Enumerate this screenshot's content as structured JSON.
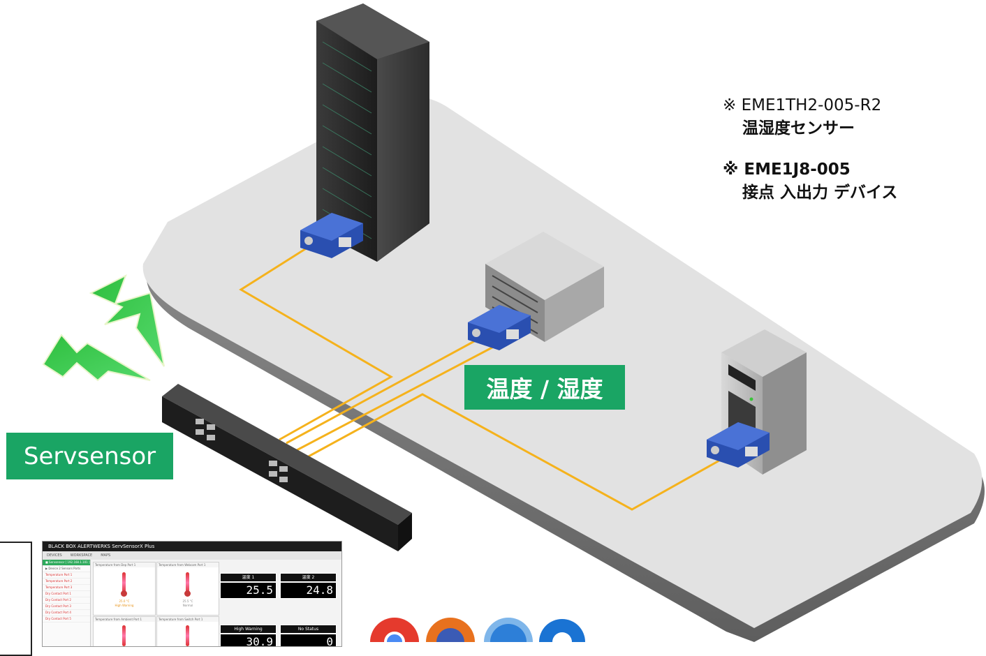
{
  "notes": {
    "item1_code": "※ EME1TH2-005-R2",
    "item1_desc": "温湿度センサー",
    "item2_code": "※ EME1J8-005",
    "item2_desc": "接点 入出力 デバイス"
  },
  "labels": {
    "servsensor": "Servsensor",
    "temp_humidity": "温度 / 湿度"
  },
  "dashboard": {
    "title": "BLACK BOX  ALERTWERKS ServSensorX Plus",
    "nav": [
      "DEVICES",
      "WORKSPACE",
      "MAPS"
    ],
    "panel_headers": [
      "Temperature from Dep Port 1",
      "Temperature from Webcam Port 1",
      "Temperature from Ambient Port 1",
      "Temperature from Switch Port 1"
    ],
    "readout_1": "25.0 °C",
    "readout_1_status": "High Warning",
    "readout_2": "25.5 °C",
    "readout_2_status": "Normal",
    "tiles": [
      {
        "label": "温度 1",
        "value": "25.5"
      },
      {
        "label": "温度 2",
        "value": "24.8"
      },
      {
        "label": "High Warning",
        "value": "30.9"
      },
      {
        "label": "No Status",
        "value": "0"
      }
    ],
    "sidebar_items": [
      "■ Servsensor [ 192.168.1.101 ]",
      "▶ Device 2 Sensors Ports",
      "Temperature Port 1",
      "Temperature Port 2",
      "Temperature Port 3",
      "Dry Contact Port 1",
      "Dry Contact Port 2",
      "Dry Contact Port 3",
      "Dry Contact Port 4",
      "Dry Contact Port 5"
    ]
  },
  "colors": {
    "accent_green": "#1aa564",
    "cable_yellow": "#f5b21c",
    "sensor_blue": "#2a4fb0"
  }
}
